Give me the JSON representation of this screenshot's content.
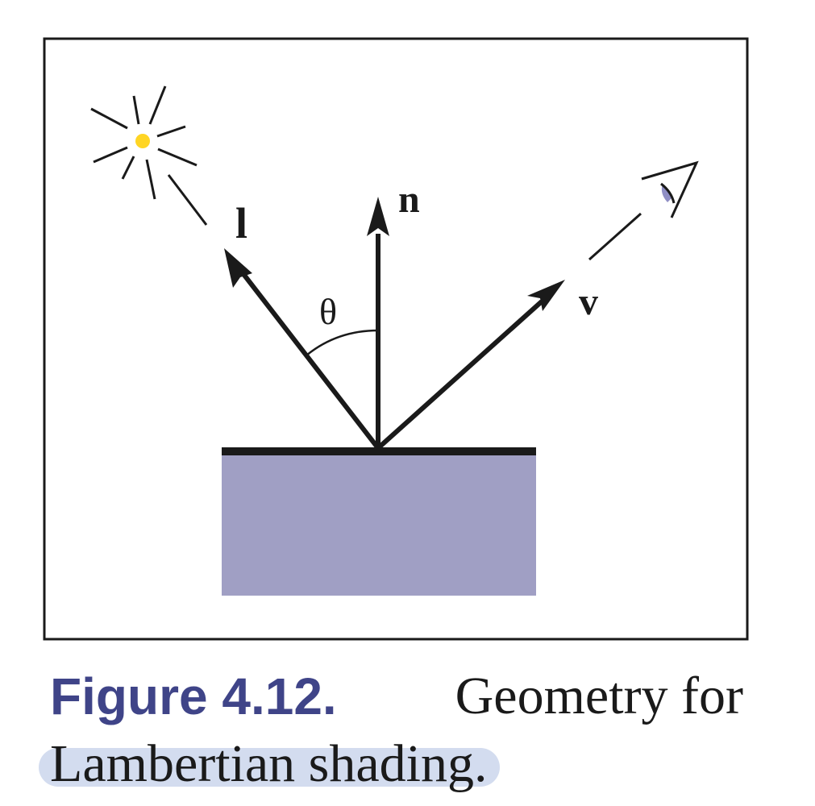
{
  "labels": {
    "normal": "n",
    "light": "l",
    "view": "v",
    "angle": "θ"
  },
  "caption": {
    "figure_label": "Figure 4.12.",
    "text_line1": "Geometry for",
    "text_line2": "Lambertian shading."
  },
  "colors": {
    "surface": "#a09fc4",
    "surface_edge": "#1a1a1a",
    "light_core": "#ffd524",
    "caption_label": "#3f4488",
    "caption_highlight": "#d3dcef",
    "eye_iris": "#8f8ec4"
  }
}
